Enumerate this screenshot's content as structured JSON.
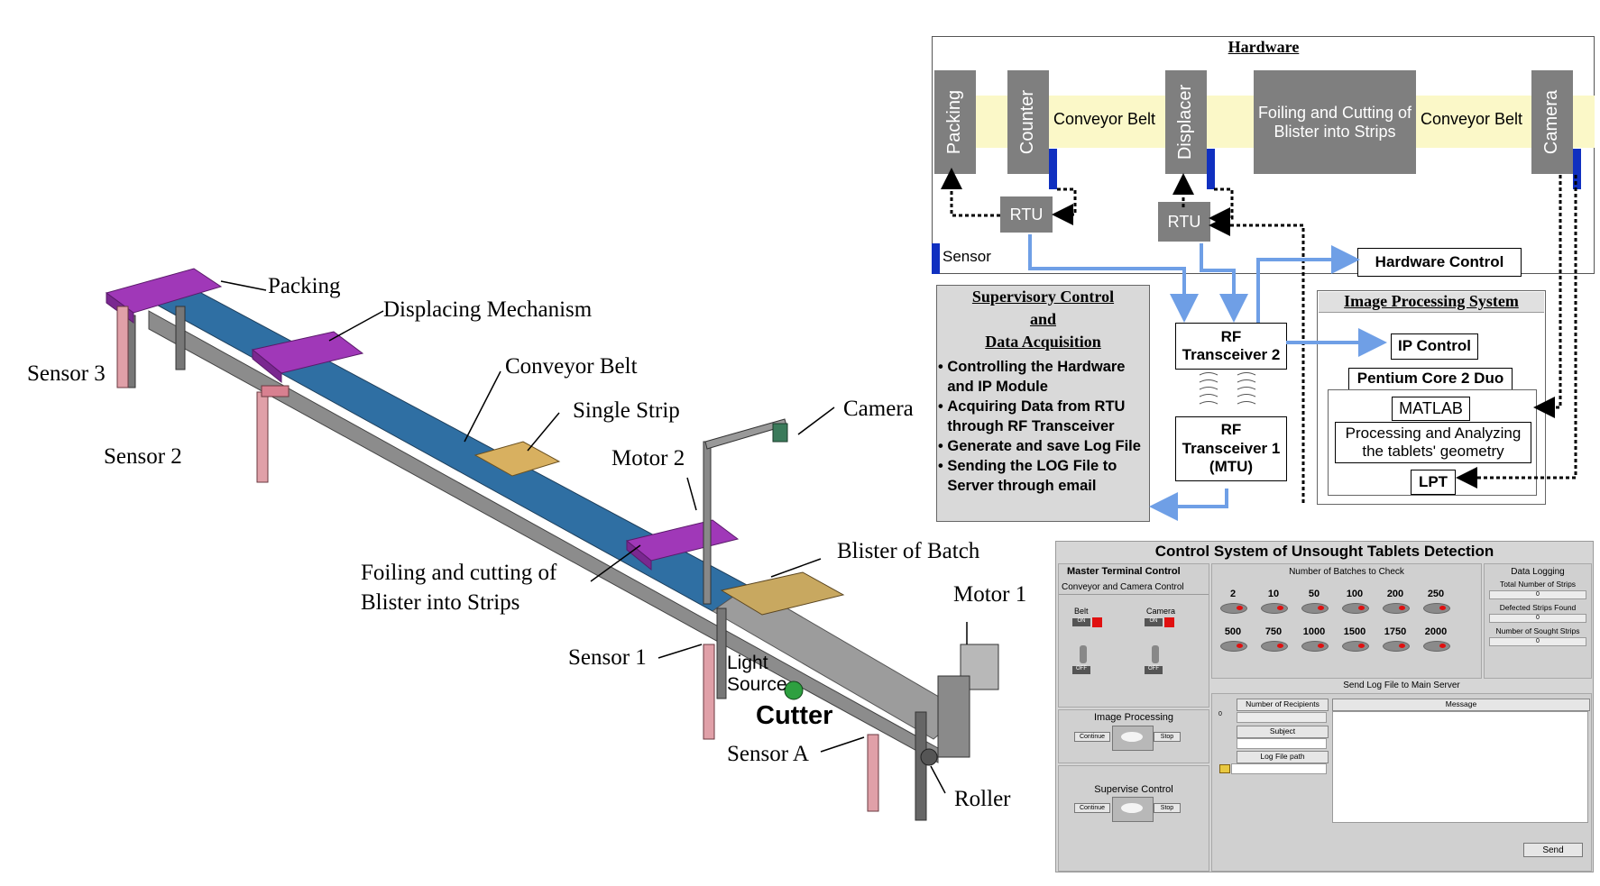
{
  "machine_labels": {
    "packing": "Packing",
    "displacing": "Displacing Mechanism",
    "conveyor": "Conveyor Belt",
    "single_strip": "Single Strip",
    "camera": "Camera",
    "sensor3": "Sensor 3",
    "sensor2": "Sensor 2",
    "motor2": "Motor 2",
    "foiling_line1": "Foiling and cutting of",
    "foiling_line2": "Blister into Strips",
    "blister_batch": "Blister of Batch",
    "motor1": "Motor 1",
    "sensor1": "Sensor 1",
    "light_source_1": "Light",
    "light_source_2": "Source",
    "cutter": "Cutter",
    "sensorA": "Sensor A",
    "roller": "Roller"
  },
  "hardware": {
    "title": "Hardware",
    "packing": "Packing",
    "counter": "Counter",
    "conveyor1": "Conveyor Belt",
    "displacer": "Displacer",
    "foiling_line1": "Foiling and Cutting of",
    "foiling_line2": "Blister into Strips",
    "conveyor2": "Conveyor Belt",
    "camera": "Camera",
    "rtu1": "RTU",
    "rtu2": "RTU",
    "sensor": "Sensor",
    "hardware_control": "Hardware Control"
  },
  "scada": {
    "title_line1": "Supervisory Control",
    "title_line2": "and",
    "title_line3": "Data Acquisition",
    "bullets": [
      "Controlling the Hardware and IP Module",
      "Acquiring Data from RTU through RF Transceiver",
      "Generate and save Log File",
      "Sending the LOG File to Server through email"
    ]
  },
  "rf": {
    "t2_line1": "RF",
    "t2_line2": "Transceiver 2",
    "t1_line1": "RF",
    "t1_line2": "Transceiver 1",
    "t1_line3": "(MTU)"
  },
  "ips": {
    "title": "Image Processing System",
    "ip_control": "IP Control",
    "pentium": "Pentium Core 2 Duo",
    "matlab": "MATLAB",
    "processing_line1": "Processing and Analyzing",
    "processing_line2": "the tablets' geometry",
    "lpt": "LPT"
  },
  "panel": {
    "title": "Control System of Unsought Tablets Detection",
    "master": "Master Terminal Control",
    "conv_cam": "Conveyor and Camera Control",
    "belt": "Belt",
    "camera": "Camera",
    "on": "ON",
    "off": "OFF",
    "batches_title": "Number of Batches to Check",
    "batches": [
      "2",
      "10",
      "50",
      "100",
      "200",
      "250",
      "500",
      "750",
      "1000",
      "1500",
      "1750",
      "2000"
    ],
    "data_logging": "Data Logging",
    "total_strips": "Total Number of Strips",
    "defected_strips": "Defected Strips Found",
    "sought_strips": "Number of Sought Strips",
    "zero": "0",
    "send_log": "Send Log File to Main Server",
    "image_processing": "Image Processing",
    "supervise": "Supervise Control",
    "continue": "Continue",
    "stop": "Stop",
    "recipients": "Number of Recipients",
    "recipients_value": "0",
    "subject": "Subject",
    "log_path": "Log File path",
    "message": "Message",
    "send": "Send"
  },
  "colors": {
    "purple": "#a038b8",
    "belt": "#2f6fa3",
    "gray_box": "#7f7f7f",
    "yellow_band": "#fbf8c8",
    "blue_arrow": "#6f9fe6",
    "sensor_blue": "#1030c0"
  }
}
